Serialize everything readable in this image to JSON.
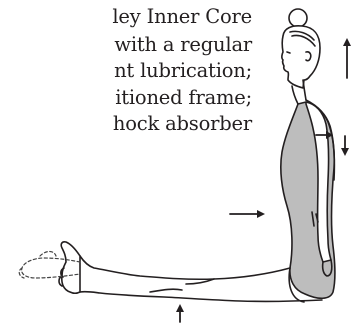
{
  "text_lines": [
    "ley Inner Core",
    "with a regular",
    "nt  lubrication;",
    "itioned frame;",
    "hock absorber"
  ],
  "colors": {
    "text": "#231f20",
    "outline": "#231f20",
    "body_shade": "#bdbdbd",
    "ghost_foot": "#444444"
  },
  "icons": {
    "figure": "seated-forward-posture-figure",
    "arrows": [
      "up-arrow-icon",
      "right-arrow-icon",
      "down-arrow-icon",
      "right-arrow-icon",
      "up-arrow-icon"
    ]
  }
}
